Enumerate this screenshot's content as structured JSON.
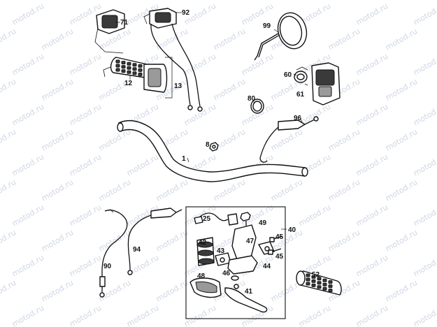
{
  "watermark": {
    "text": "motod.ru"
  },
  "callouts": [
    {
      "id": "71",
      "text": "71"
    },
    {
      "id": "92",
      "text": "92"
    },
    {
      "id": "99",
      "text": "99"
    },
    {
      "id": "12",
      "text": "12"
    },
    {
      "id": "13",
      "text": "13"
    },
    {
      "id": "60",
      "text": "60"
    },
    {
      "id": "61",
      "text": "61"
    },
    {
      "id": "80",
      "text": "80"
    },
    {
      "id": "96",
      "text": "96"
    },
    {
      "id": "8",
      "text": "8"
    },
    {
      "id": "1",
      "text": "1"
    },
    {
      "id": "25",
      "text": "25"
    },
    {
      "id": "49",
      "text": "49"
    },
    {
      "id": "47",
      "text": "47"
    },
    {
      "id": "40",
      "text": "40"
    },
    {
      "id": "45a",
      "text": "45"
    },
    {
      "id": "45b",
      "text": "45"
    },
    {
      "id": "94",
      "text": "94"
    },
    {
      "id": "42",
      "text": "42"
    },
    {
      "id": "43",
      "text": "43"
    },
    {
      "id": "44",
      "text": "44"
    },
    {
      "id": "46",
      "text": "46"
    },
    {
      "id": "90",
      "text": "90"
    },
    {
      "id": "48",
      "text": "48"
    },
    {
      "id": "41",
      "text": "41"
    },
    {
      "id": "52",
      "text": "52"
    }
  ],
  "icons": {
    "grip": "handlebar-grip-icon",
    "mirror": "mirror-icon"
  }
}
